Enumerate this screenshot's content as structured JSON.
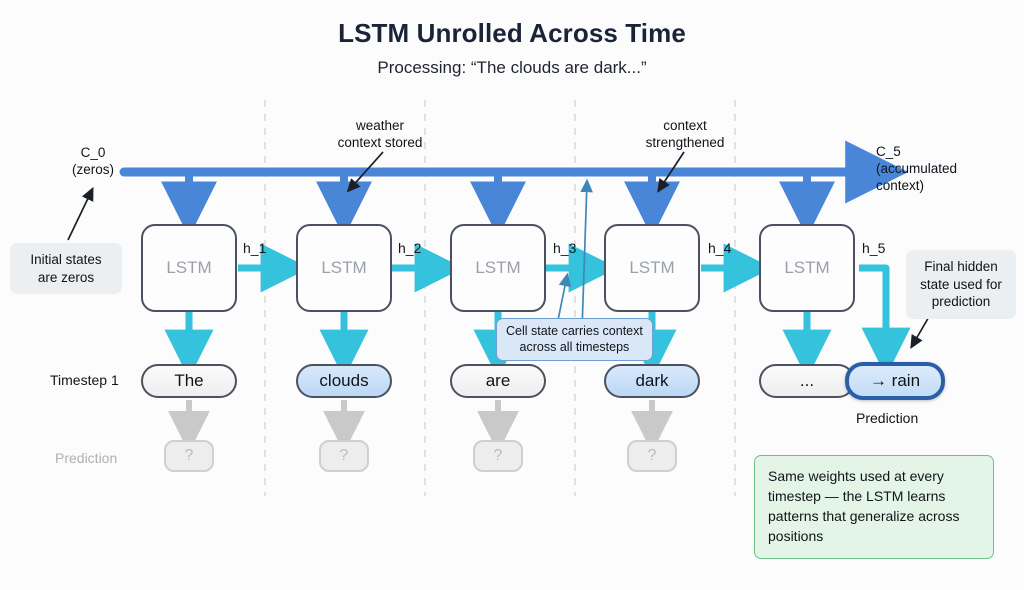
{
  "header": {
    "title": "LSTM Unrolled Across Time",
    "subtitle": "Processing: “The clouds are dark...”"
  },
  "colors": {
    "background": "#fcfcfd",
    "cell_state_blue": "#4a86d8",
    "hidden_cyan": "#35c2dd",
    "lstm_border": "#4a5260",
    "lstm_text": "#9aa0aa",
    "token_blue_fill": "#c6dcf5",
    "token_gray_fill": "#f1f1f1",
    "prediction_border": "#2a5fa8",
    "note_green_bg": "#e3f5e6",
    "note_green_border": "#6fc184",
    "callout_gray_bg": "#eceff1",
    "muted_gray": "#b0b0b0"
  },
  "cell_state": {
    "left_label": "C_0\n(zeros)",
    "right_label": "C_5\n(accumulated\ncontext)"
  },
  "row_labels": {
    "timestep": "Timestep 1",
    "prediction": "Prediction"
  },
  "timesteps": [
    {
      "cell_label": "LSTM",
      "hidden_label": "h_1",
      "token": "The",
      "token_style": "gray",
      "question": "?"
    },
    {
      "cell_label": "LSTM",
      "hidden_label": "h_2",
      "token": "clouds",
      "token_style": "blue",
      "question": "?"
    },
    {
      "cell_label": "LSTM",
      "hidden_label": "h_3",
      "token": "are",
      "token_style": "gray",
      "question": "?"
    },
    {
      "cell_label": "LSTM",
      "hidden_label": "h_4",
      "token": "dark",
      "token_style": "blue",
      "question": "?"
    },
    {
      "cell_label": "LSTM",
      "hidden_label": "h_5",
      "token": "...",
      "token_style": "gray",
      "question": ""
    }
  ],
  "prediction": {
    "token": "→ rain",
    "caption": "Prediction"
  },
  "annotations": {
    "weather_context": "weather\ncontext stored",
    "context_strengthened": "context\nstrengthened",
    "initial_states": "Initial states\nare zeros",
    "final_hidden": "Final hidden\nstate used for\nprediction",
    "cell_state_note": "Cell state carries context\nacross all timesteps",
    "same_weights": "Same weights used at every timestep — the LSTM learns patterns that generalize across positions"
  }
}
